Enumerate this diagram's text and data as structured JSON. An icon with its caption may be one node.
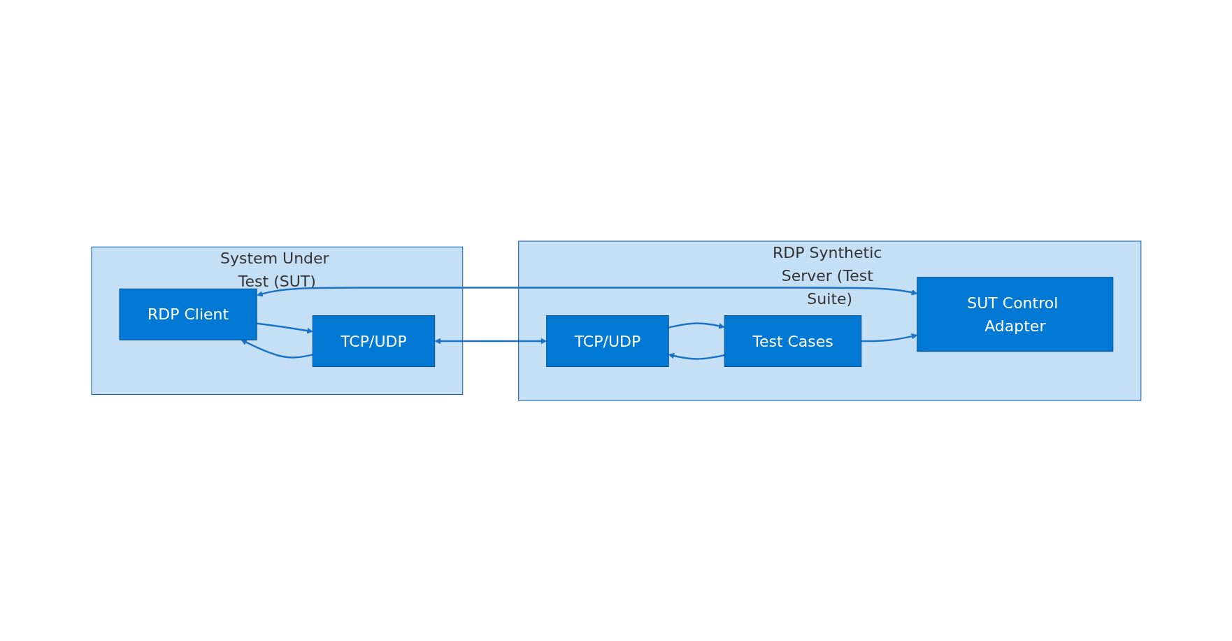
{
  "diagram": {
    "nodes": [
      {
        "text": [
          "System Under Test (SUT)"
        ]
      },
      {
        "text": [
          "RDP Client"
        ],
        "in": 0
      },
      {
        "text": [
          "TCP/UDP"
        ],
        "in": 0
      },
      {
        "text": [
          "RDP Synthetic Server (Test Suite)"
        ]
      },
      {
        "text": [
          "SUT Control Adapter"
        ],
        "in": 3
      },
      {
        "text": [
          "Test Cases"
        ],
        "in": 3
      },
      {
        "text": [
          "TCP/UDP"
        ],
        "in": 3
      }
    ],
    "edges": [
      {
        "from": 1,
        "to": 2,
        "arrow": "to"
      },
      {
        "from": 2,
        "to": 1,
        "arrow": "to"
      },
      {
        "from": 1,
        "to": 4,
        "arrow": "both"
      },
      {
        "from": 5,
        "to": 4,
        "arrow": "to"
      },
      {
        "from": 6,
        "to": 5,
        "arrow": "to"
      },
      {
        "from": 5,
        "to": 6,
        "arrow": "to"
      },
      {
        "from": 2,
        "to": 6,
        "arrow": "both"
      }
    ]
  }
}
